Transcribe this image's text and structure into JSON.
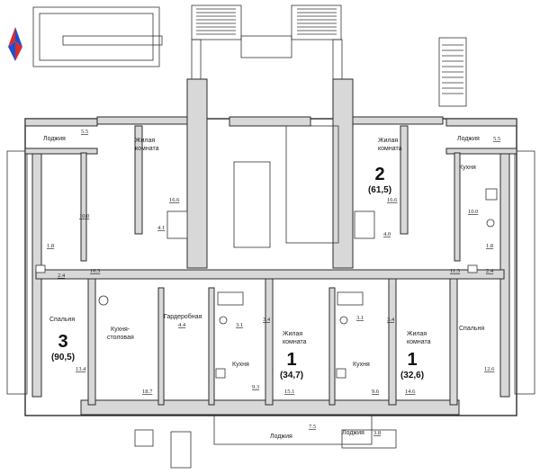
{
  "apartments": [
    {
      "number": "2",
      "total_area": "(61,5)"
    },
    {
      "number": "3",
      "total_area": "(90,5)"
    },
    {
      "number": "1",
      "total_area": "(34,7)"
    },
    {
      "number": "1",
      "total_area": "(32,6)"
    }
  ],
  "rooms": [
    {
      "label": "Лоджия",
      "area": "5.5"
    },
    {
      "label": "Жилая комната",
      "area": "16.6"
    },
    {
      "label": "Жилая комната",
      "area": "16.6"
    },
    {
      "label": "Лоджия",
      "area": "5.5"
    },
    {
      "label": "Кухня",
      "area": "10.0"
    },
    {
      "label": "Спальня",
      "area": "13.4"
    },
    {
      "label": "Кухня-столовая",
      "area": "18.7"
    },
    {
      "label": "Гардеробная",
      "area": "4.4"
    },
    {
      "label": "Жилая комната",
      "area": "15.1"
    },
    {
      "label": "Кухня",
      "area": "9.3"
    },
    {
      "label": "Жилая комната",
      "area": "14.6"
    },
    {
      "label": "Кухня",
      "area": "9.6"
    },
    {
      "label": "Спальня",
      "area": "12.6"
    },
    {
      "label": "Лоджия",
      "area": "7.5"
    },
    {
      "label": "Лоджия",
      "area": "3.8"
    }
  ],
  "extra_areas": [
    "10.0",
    "4.1",
    "1.8",
    "2.4",
    "16.3",
    "4.0",
    "1.8",
    "2.4",
    "11.3",
    "3.1",
    "3.4",
    "3.1",
    "3.4"
  ]
}
